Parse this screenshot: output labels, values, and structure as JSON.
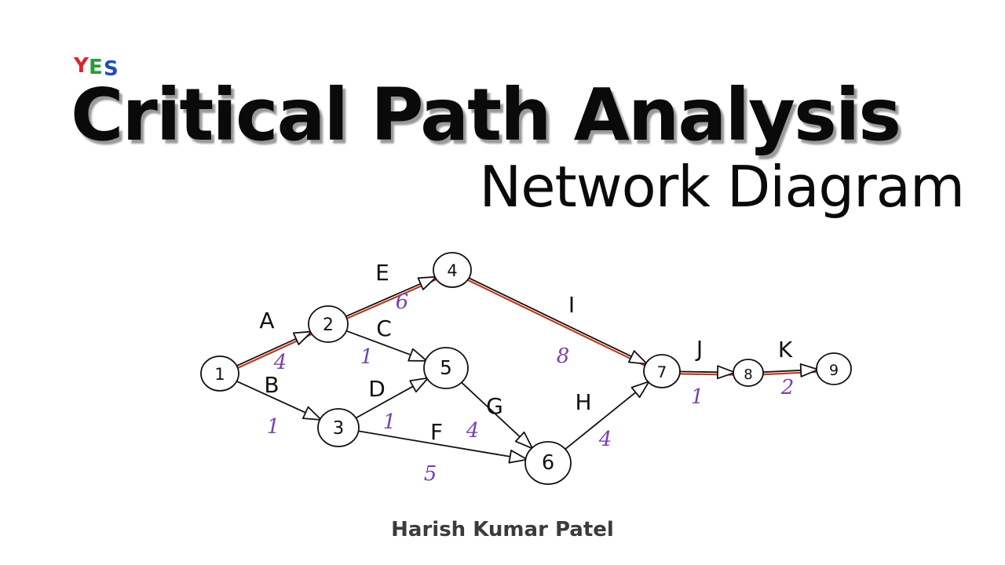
{
  "header": {
    "logo_text": "YES",
    "title": "Critical Path Analysis",
    "subtitle": "Network Diagram"
  },
  "author": "Harish Kumar Patel",
  "colors": {
    "critical": "#c0391f",
    "duration": "#7a3fb5",
    "ink": "#111111"
  },
  "nodes": [
    {
      "id": "1",
      "label": "1"
    },
    {
      "id": "2",
      "label": "2"
    },
    {
      "id": "3",
      "label": "3"
    },
    {
      "id": "4",
      "label": "4"
    },
    {
      "id": "5",
      "label": "5"
    },
    {
      "id": "6",
      "label": "6"
    },
    {
      "id": "7",
      "label": "7"
    },
    {
      "id": "8",
      "label": "8"
    },
    {
      "id": "9",
      "label": "9"
    }
  ],
  "activities": [
    {
      "name": "A",
      "from": "1",
      "to": "2",
      "duration": "4",
      "critical": true
    },
    {
      "name": "B",
      "from": "1",
      "to": "3",
      "duration": "1",
      "critical": false
    },
    {
      "name": "C",
      "from": "2",
      "to": "5",
      "duration": "1",
      "critical": false
    },
    {
      "name": "D",
      "from": "3",
      "to": "5",
      "duration": "1",
      "critical": false
    },
    {
      "name": "E",
      "from": "2",
      "to": "4",
      "duration": "6",
      "critical": true
    },
    {
      "name": "F",
      "from": "3",
      "to": "6",
      "duration": "5",
      "critical": false
    },
    {
      "name": "G",
      "from": "5",
      "to": "6",
      "duration": "4",
      "critical": false
    },
    {
      "name": "H",
      "from": "6",
      "to": "7",
      "duration": "4",
      "critical": false
    },
    {
      "name": "I",
      "from": "4",
      "to": "7",
      "duration": "8",
      "critical": true
    },
    {
      "name": "J",
      "from": "7",
      "to": "8",
      "duration": "1",
      "critical": true
    },
    {
      "name": "K",
      "from": "8",
      "to": "9",
      "duration": "2",
      "critical": true
    }
  ]
}
